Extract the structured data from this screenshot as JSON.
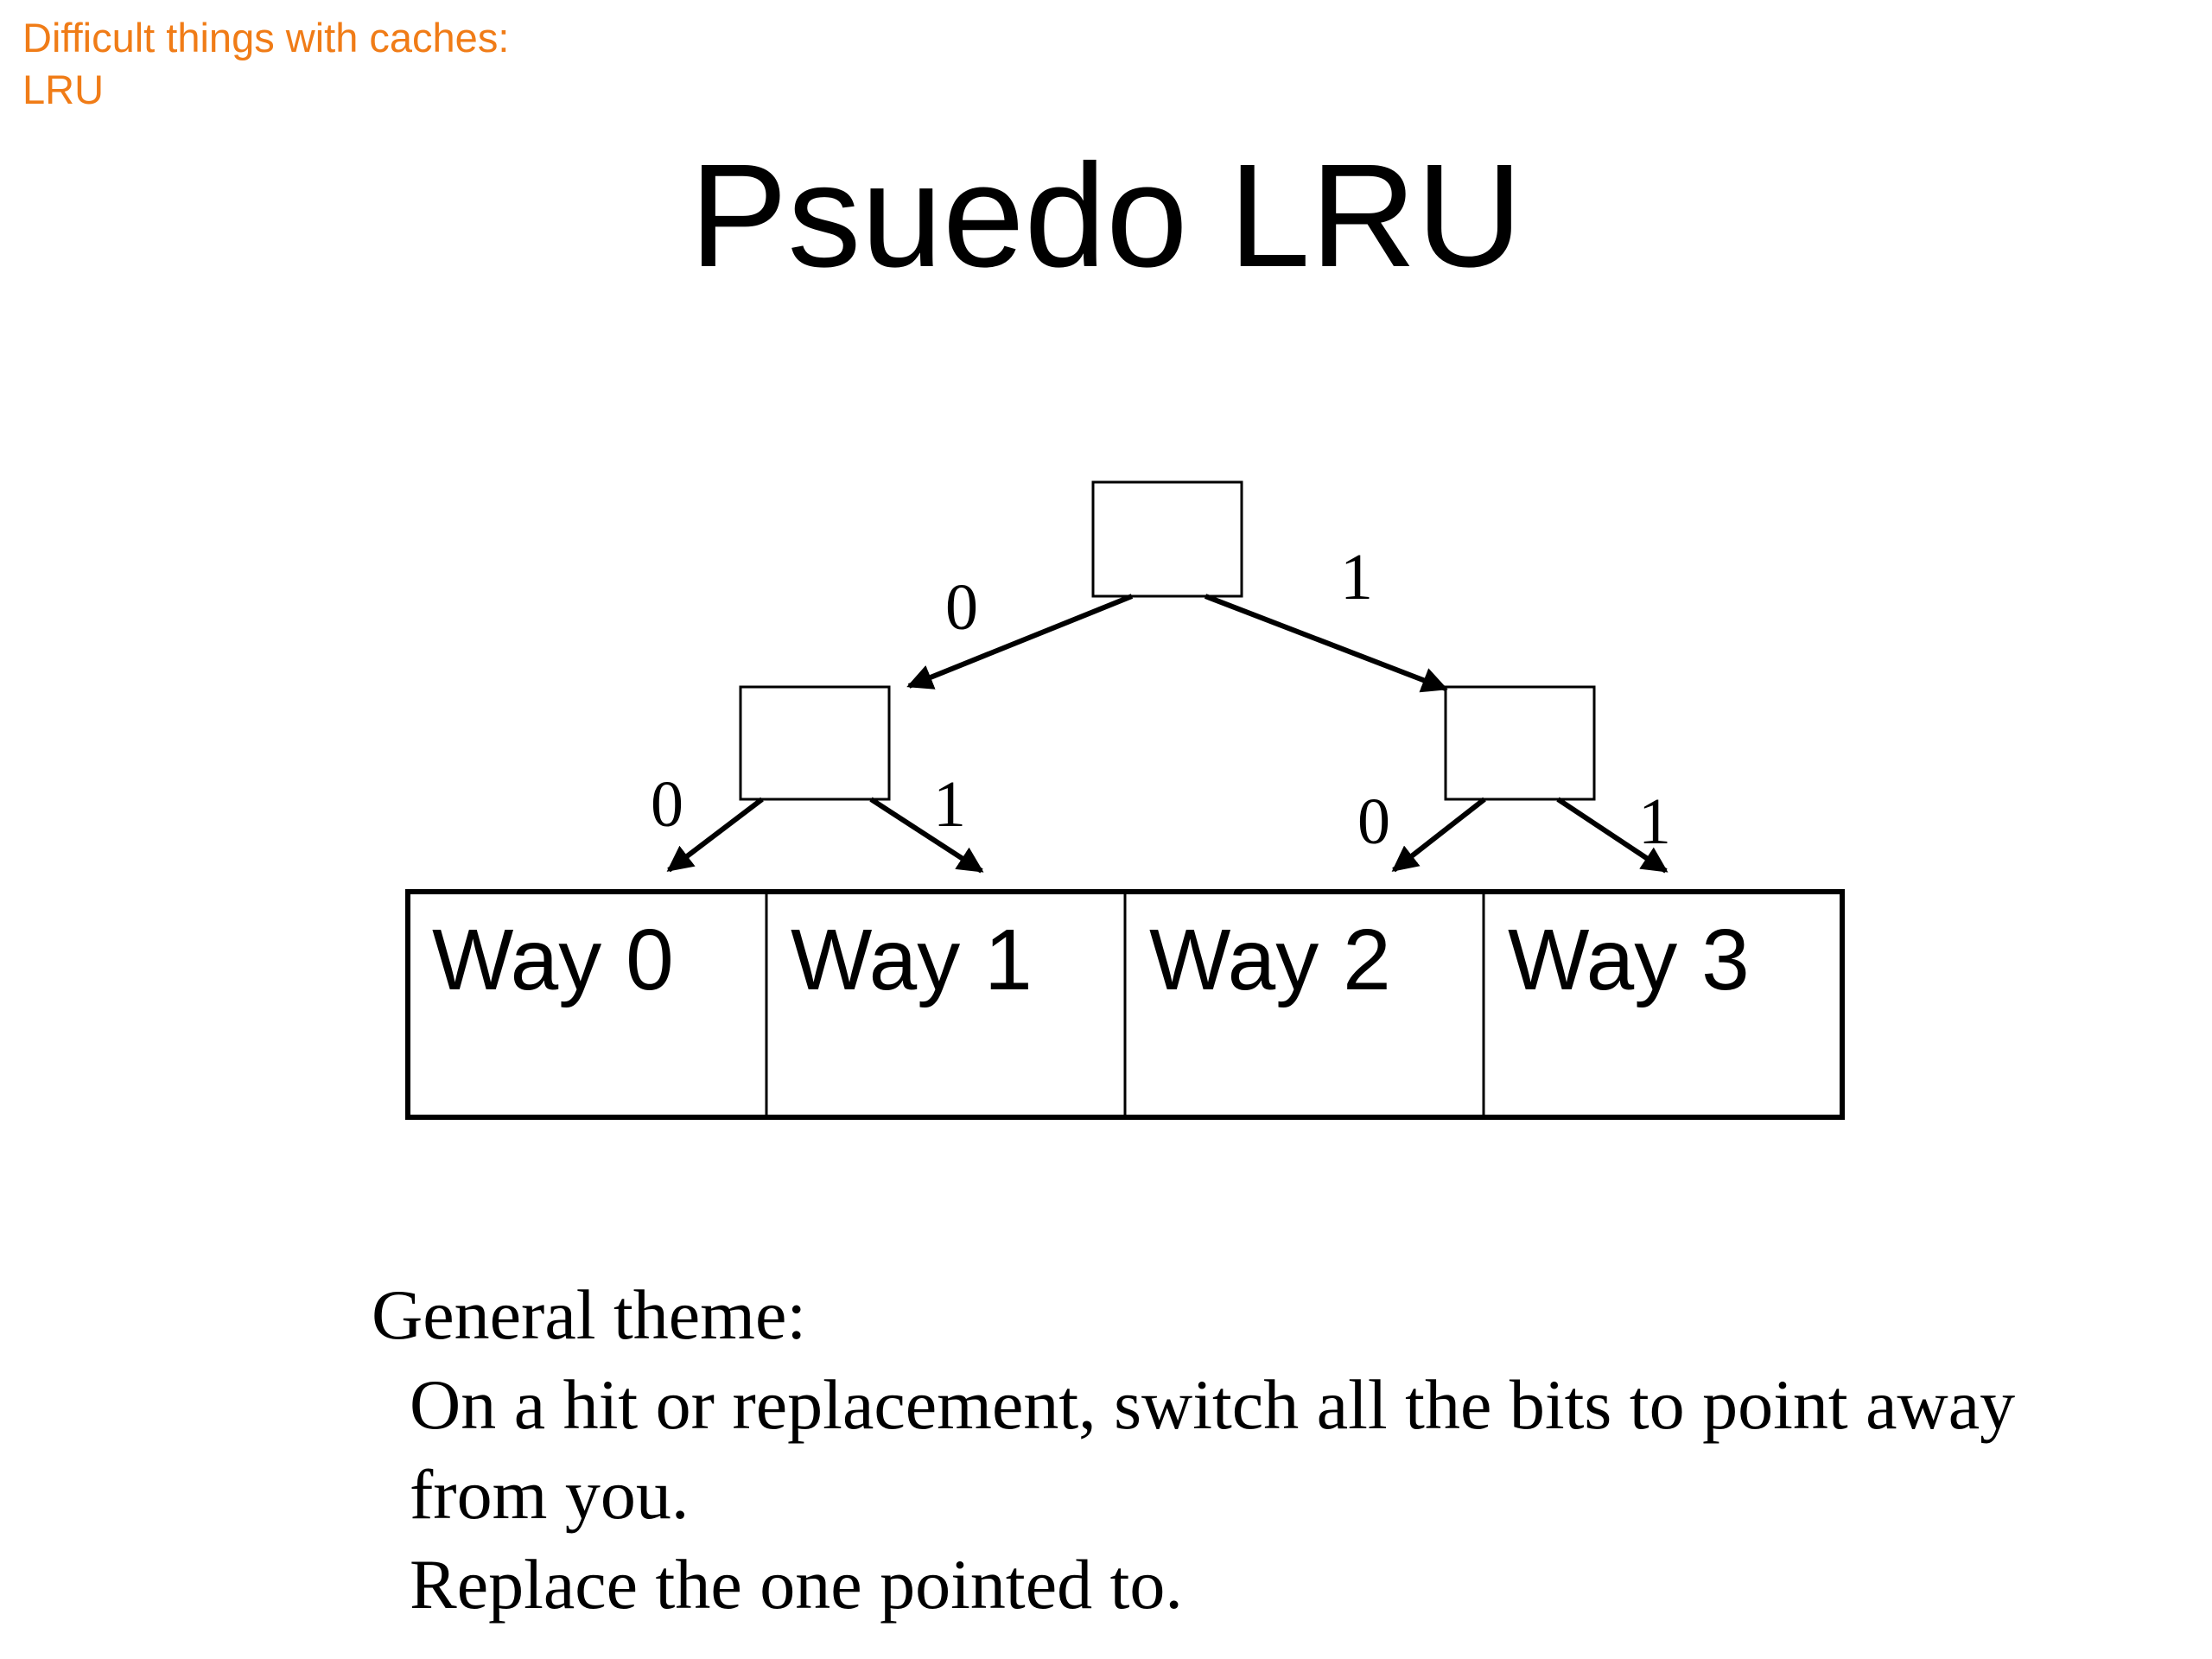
{
  "header": {
    "breadcrumb_line1": "Difficult things with caches:",
    "breadcrumb_line2": "LRU"
  },
  "slide": {
    "title": "Psuedo LRU"
  },
  "tree": {
    "root": {
      "left_edge_label": "0",
      "right_edge_label": "1"
    },
    "left_node": {
      "left_edge_label": "0",
      "right_edge_label": "1"
    },
    "right_node": {
      "left_edge_label": "0",
      "right_edge_label": "1"
    }
  },
  "ways": [
    "Way 0",
    "Way 1",
    "Way 2",
    "Way 3"
  ],
  "body": {
    "heading": "General theme:",
    "line1": "On a hit or replacement, switch all the bits to point away",
    "line2": "from you.",
    "line3": "Replace the one pointed to."
  }
}
